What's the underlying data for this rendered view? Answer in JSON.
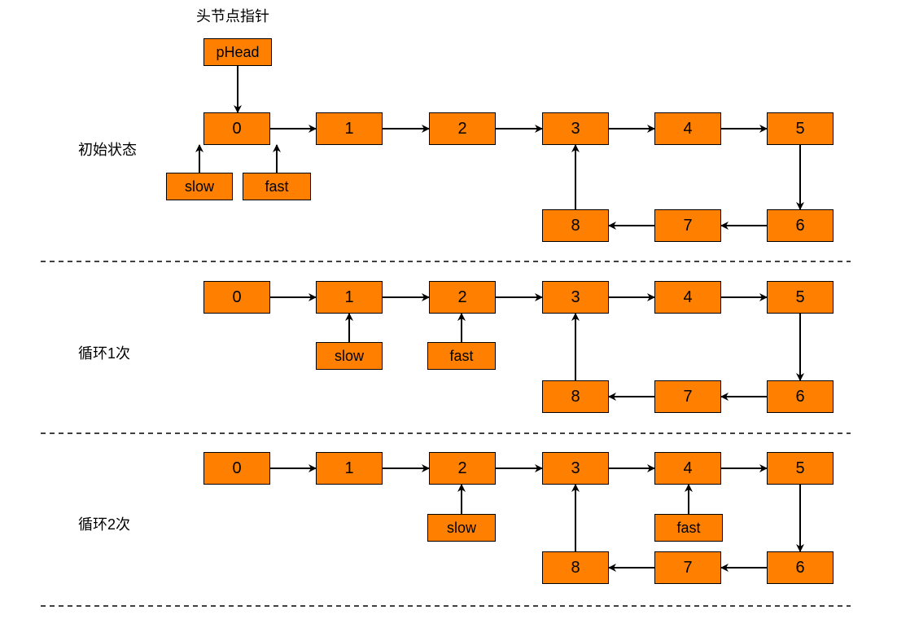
{
  "head_caption": "头节点指针",
  "head_pointer": "pHead",
  "nodes": [
    "0",
    "1",
    "2",
    "3",
    "4",
    "5",
    "6",
    "7",
    "8"
  ],
  "panels": [
    {
      "label": "初始状态",
      "slow": "slow",
      "fast": "fast",
      "slow_at": 0,
      "fast_at": 0
    },
    {
      "label": "循环1次",
      "slow": "slow",
      "fast": "fast",
      "slow_at": 1,
      "fast_at": 2
    },
    {
      "label": "循环2次",
      "slow": "slow",
      "fast": "fast",
      "slow_at": 2,
      "fast_at": 4
    }
  ],
  "colors": {
    "node_fill": "#ff8000",
    "stroke": "#000000",
    "background": "#ffffff"
  }
}
